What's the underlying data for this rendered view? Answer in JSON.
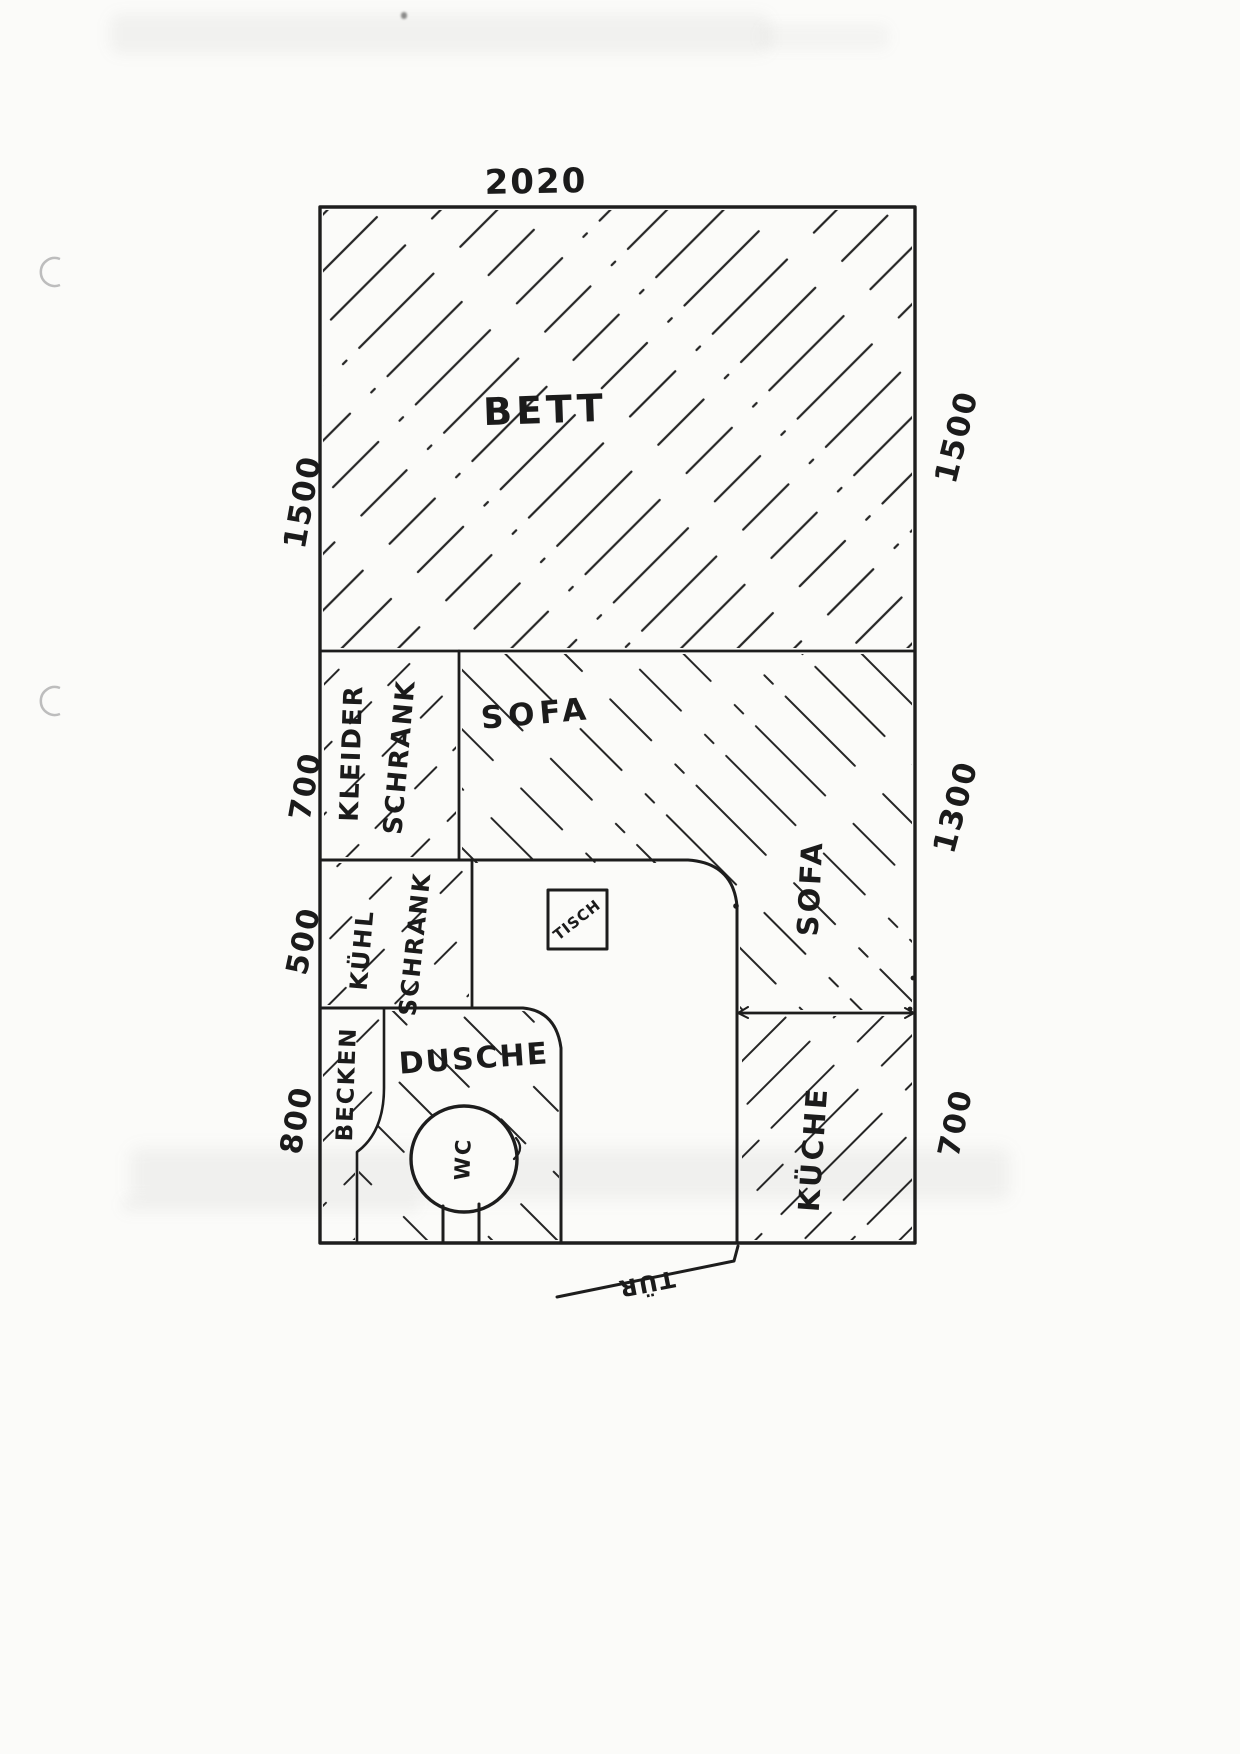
{
  "document": {
    "type": "scanned hand-drawn floor plan sketch",
    "paper_color": "#fbfbf9",
    "ink_color": "#1d1d1d",
    "artifact_color": "#bdbdbd"
  },
  "dimensions": {
    "top_width": "2020",
    "left": [
      {
        "id": "bett-height",
        "label": "1500"
      },
      {
        "id": "kleiderschrank-height",
        "label": "700"
      },
      {
        "id": "kuehlschrank-height",
        "label": "500"
      },
      {
        "id": "dusche-height",
        "label": "800"
      }
    ],
    "right": [
      {
        "id": "bett-height",
        "label": "1500"
      },
      {
        "id": "sofa-height",
        "label": "1300"
      },
      {
        "id": "kueche-height",
        "label": "700"
      }
    ]
  },
  "rooms": {
    "bett": "BETT",
    "kleiderschrank_line1": "KLEIDER",
    "kleiderschrank_line2": "SCHRANK",
    "sofa_top": "SOFA",
    "sofa_side": "SOFA",
    "kuehlschrank_line1": "KÜHL",
    "kuehlschrank_line2": "SCHRANK",
    "tisch": "TISCH",
    "becken": "BECKEN",
    "dusche": "DUSCHE",
    "wc": "WC",
    "kueche": "KÜCHE",
    "tuer": "TÜR"
  }
}
